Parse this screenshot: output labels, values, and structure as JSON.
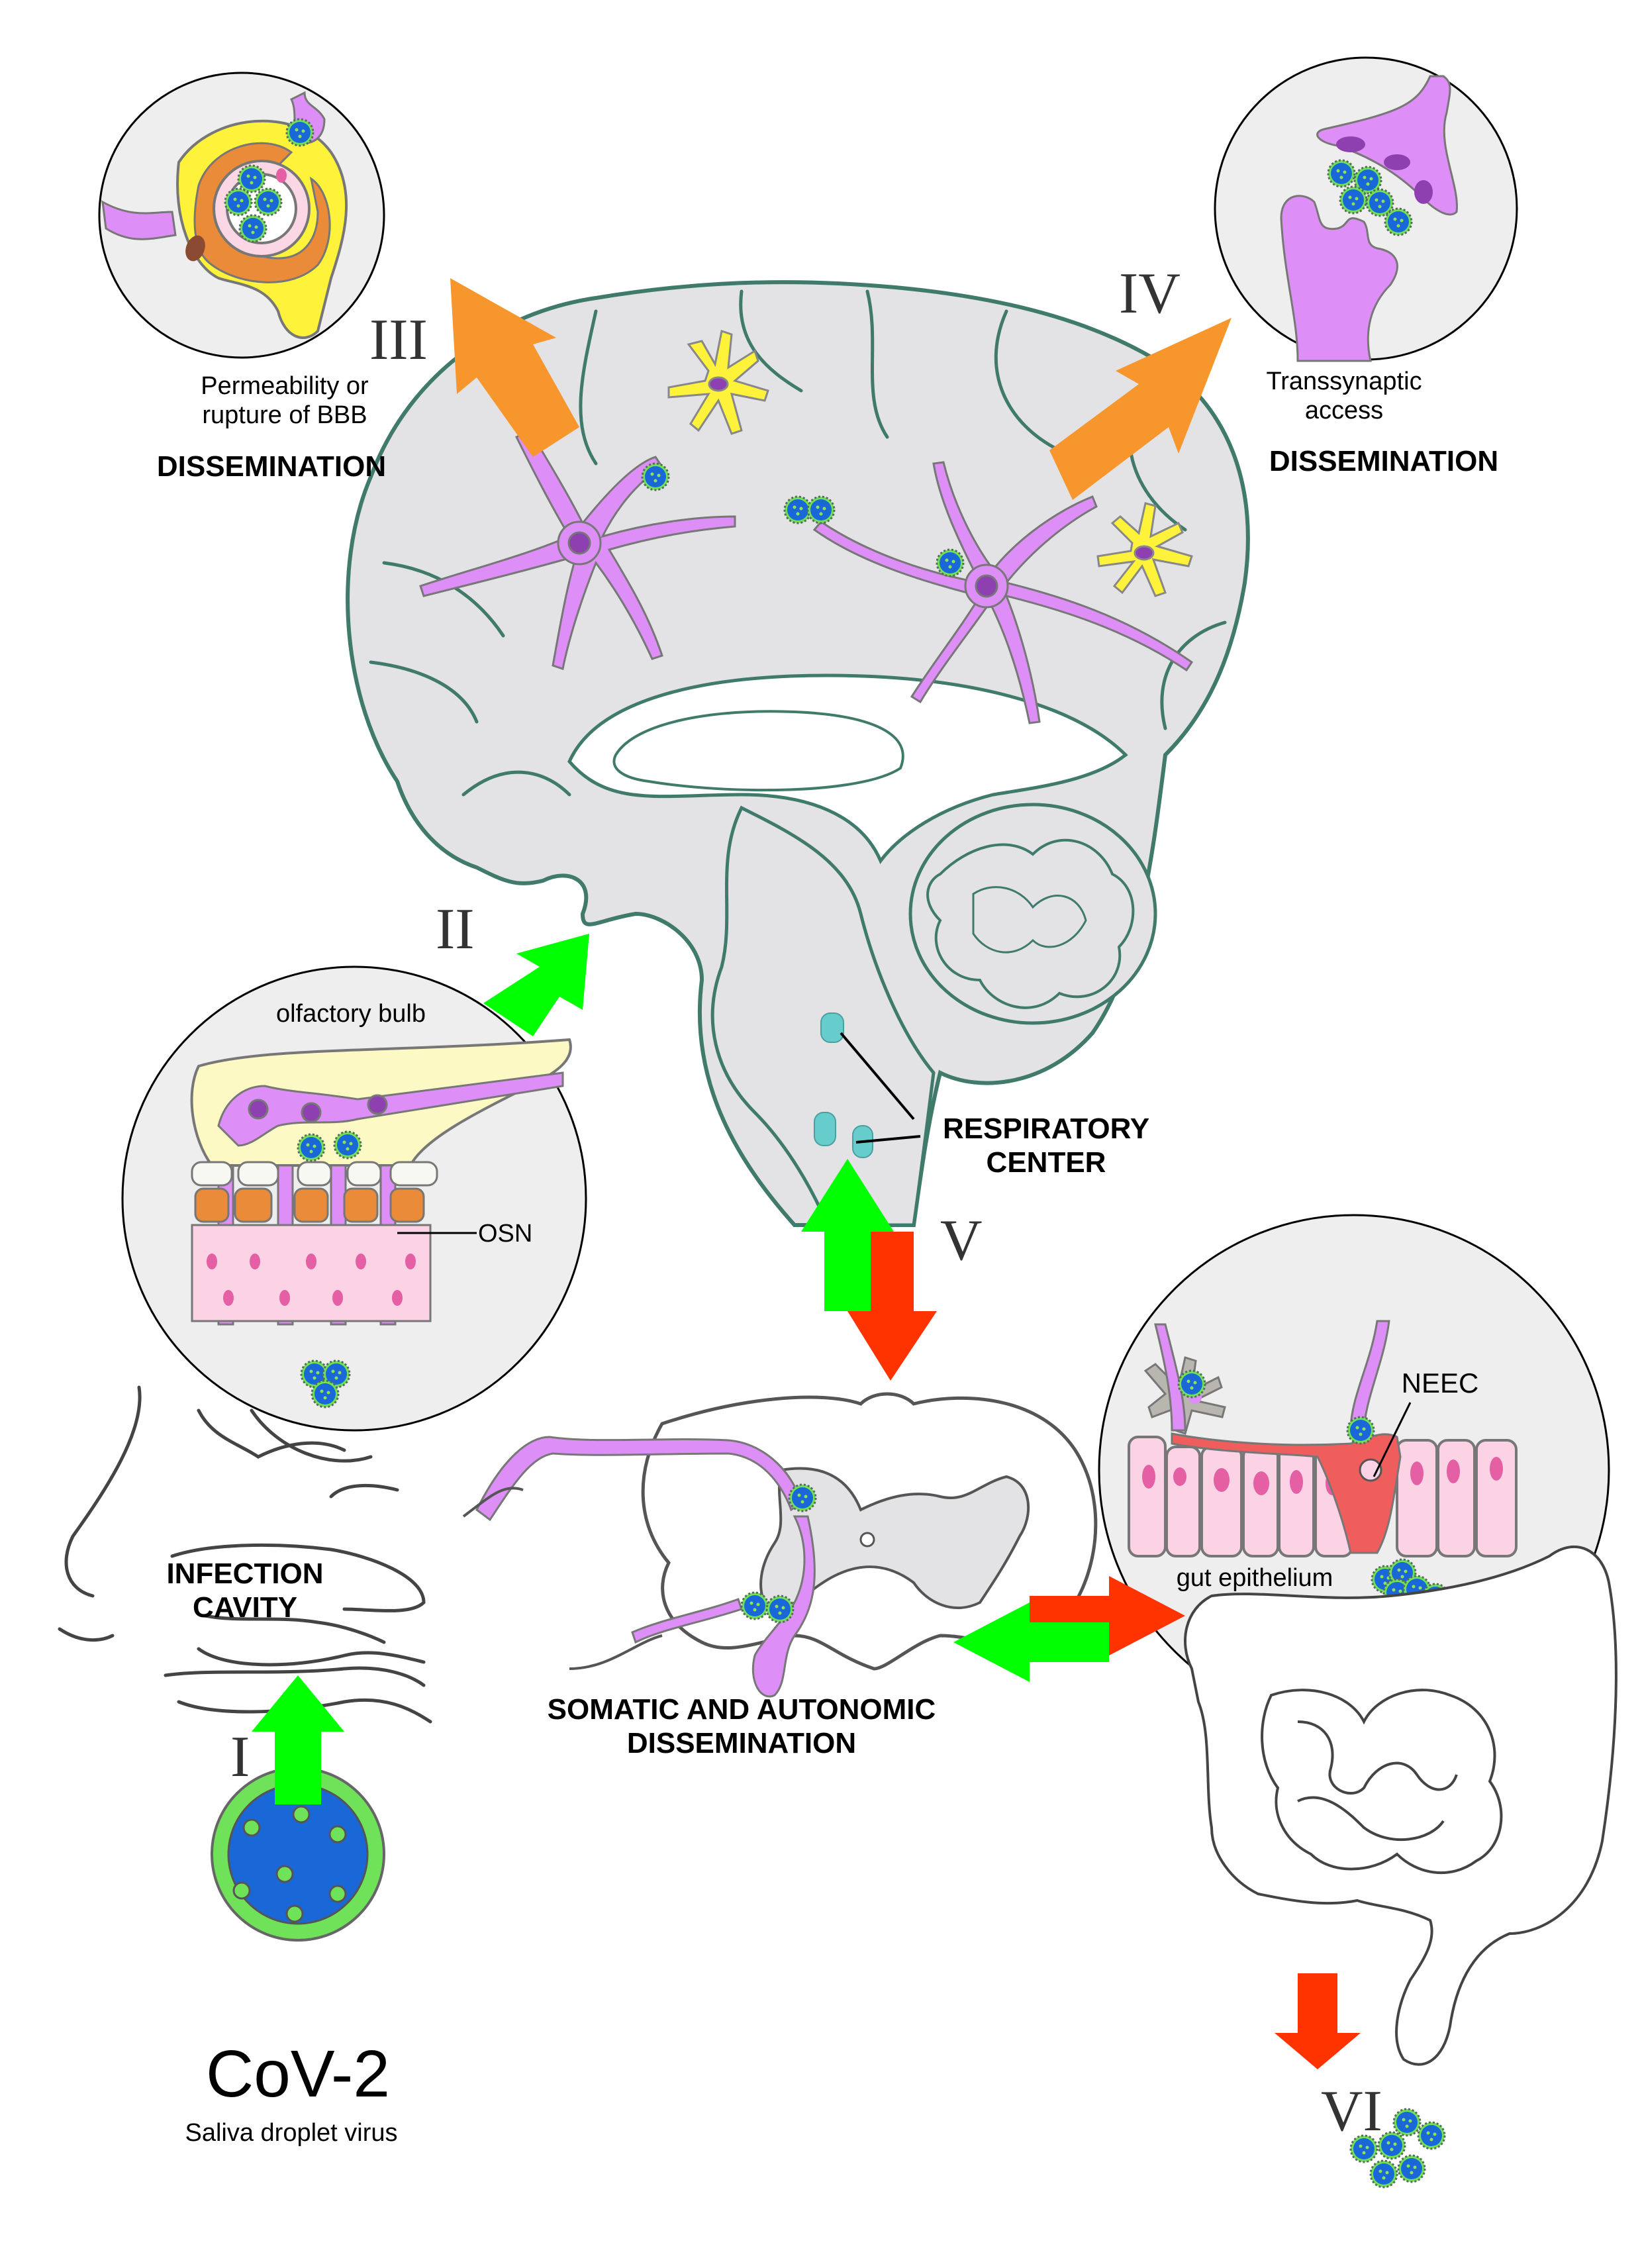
{
  "figure": {
    "title": "SARS-CoV-2 routes of dissemination to the nervous system",
    "colors": {
      "background": "#ffffff",
      "inset_bg": "#efeeef",
      "brain_fill": "#e3e2e4",
      "brain_outline": "#3f7a6b",
      "neuron": "#dd8ff7",
      "neuron_nucleus": "#8e3fb0",
      "astrocyte": "#fff23a",
      "pericyte": "#e98b38",
      "endothelium": "#fbd7e6",
      "respiratory_center": "#67cccc",
      "arrow_entry": "#00ff00",
      "arrow_exit": "#ff3300",
      "arrow_cns": "#f7962d",
      "virus_body": "#1a67d8",
      "virus_spike": "#6fe25a",
      "neec": "#f05d5d",
      "gut_cell": "#fbd3e4",
      "gut_nucleus": "#e45fa3"
    }
  },
  "routes": [
    {
      "numeral": "I",
      "label": "INFECTION CAVITY",
      "arrow": "green-up"
    },
    {
      "numeral": "II",
      "label": "olfactory bulb",
      "arrow": "green-up-right"
    },
    {
      "numeral": "III",
      "label": "Permeability or rupture of BBB DISSEMINATION",
      "arrow": "orange-up-left"
    },
    {
      "numeral": "IV",
      "label": "Transsynaptic access DISSEMINATION",
      "arrow": "orange-up-right"
    },
    {
      "numeral": "V",
      "label": "RESPIRATORY CENTER",
      "arrow": "green-up / red-down"
    },
    {
      "numeral": "VI",
      "label": "gut epithelium",
      "arrow": "red-down"
    }
  ],
  "labels": {
    "numeral_I": "I",
    "numeral_II": "II",
    "numeral_III": "III",
    "numeral_IV": "IV",
    "numeral_V": "V",
    "numeral_VI": "VI",
    "bbb_line1": "Permeability or",
    "bbb_line2": "rupture of BBB",
    "bbb_title": "DISSEMINATION",
    "trans_line1": "Transsynaptic",
    "trans_line2": "access",
    "trans_title": "DISSEMINATION",
    "olfactory_bulb": "olfactory bulb",
    "osn": "OSN",
    "respiratory_line1": "RESPIRATORY",
    "respiratory_line2": "CENTER",
    "infection_line1": "INFECTION",
    "infection_line2": "CAVITY",
    "somatic_line1": "SOMATIC AND AUTONOMIC",
    "somatic_line2": "DISSEMINATION",
    "neec": "NEEC",
    "gut_epithelium": "gut epithelium",
    "virus_name": "CoV-2",
    "virus_caption": "Saliva droplet virus"
  }
}
